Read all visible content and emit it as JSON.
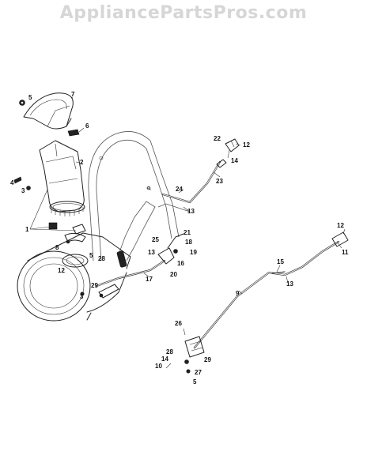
{
  "watermark": "AppliancePartsPros.com",
  "callouts": {
    "c1": "1",
    "c2": "2",
    "c3a": "3",
    "c3b": "3",
    "c4": "4",
    "c5a": "5",
    "c5b": "5",
    "c5c": "5",
    "c6": "6",
    "c7": "7",
    "c8": "8",
    "c9": "9",
    "c10": "10",
    "c11": "11",
    "c12a": "12",
    "c12b": "12",
    "c12c": "12",
    "c13a": "13",
    "c13b": "13",
    "c13c": "13",
    "c14a": "14",
    "c14b": "14",
    "c15": "15",
    "c16": "16",
    "c17": "17",
    "c18": "18",
    "c19": "19",
    "c20": "20",
    "c21": "21",
    "c22": "22",
    "c23": "23",
    "c24": "24",
    "c25": "25",
    "c26": "26",
    "c27": "27",
    "c28a": "28",
    "c28b": "28",
    "c29a": "29",
    "c29b": "29"
  }
}
